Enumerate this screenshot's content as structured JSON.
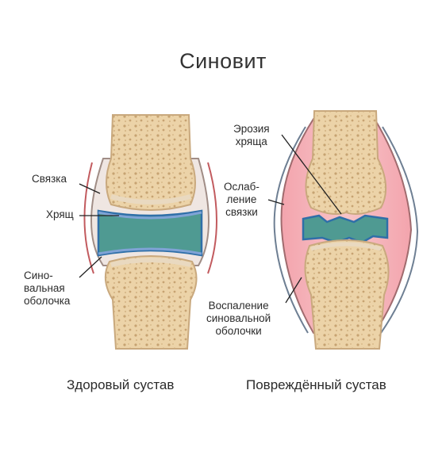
{
  "title": "Синовит",
  "healthy": {
    "caption": "Здоровый сустав",
    "labels": {
      "ligament": "Связка",
      "cartilage": "Хрящ",
      "synovial_line1": "Сино-",
      "synovial_line2": "вальная",
      "synovial_line3": "оболочка"
    }
  },
  "damaged": {
    "caption": "Повреждённый сустав",
    "labels": {
      "erosion_line1": "Эрозия",
      "erosion_line2": "хряща",
      "weakening_line1": "Ослаб-",
      "weakening_line2": "ление",
      "weakening_line3": "связки",
      "inflammation_line1": "Воспаление",
      "inflammation_line2": "синовальной",
      "inflammation_line3": "оболочки"
    }
  },
  "colors": {
    "bone": "#f1dcb6",
    "bone_edge": "#c9a97e",
    "cartilage": "#3e8c86",
    "cartilage_line": "#2f6fa8",
    "membrane": "#c9a6a3",
    "inflamed": "#f08a96"
  }
}
